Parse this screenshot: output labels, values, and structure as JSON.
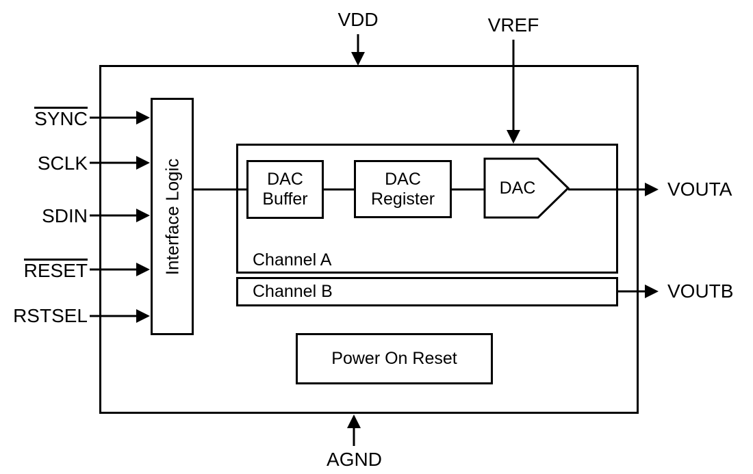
{
  "pins": {
    "vdd": "VDD",
    "vref": "VREF",
    "agnd": "AGND",
    "vouta": "VOUTA",
    "voutb": "VOUTB",
    "inputs": [
      {
        "label": "SYNC",
        "overline": true
      },
      {
        "label": "SCLK",
        "overline": false
      },
      {
        "label": "SDIN",
        "overline": false
      },
      {
        "label": "RESET",
        "overline": true
      },
      {
        "label": "RSTSEL",
        "overline": false
      }
    ]
  },
  "blocks": {
    "interface_logic": "Interface Logic",
    "dac_buffer": "DAC Buffer",
    "dac_register": "DAC Register",
    "dac": "DAC",
    "channel_a": "Channel A",
    "channel_b": "Channel B",
    "power_on_reset": "Power On Reset"
  },
  "colors": {
    "line": "#000000",
    "background": "#ffffff"
  }
}
